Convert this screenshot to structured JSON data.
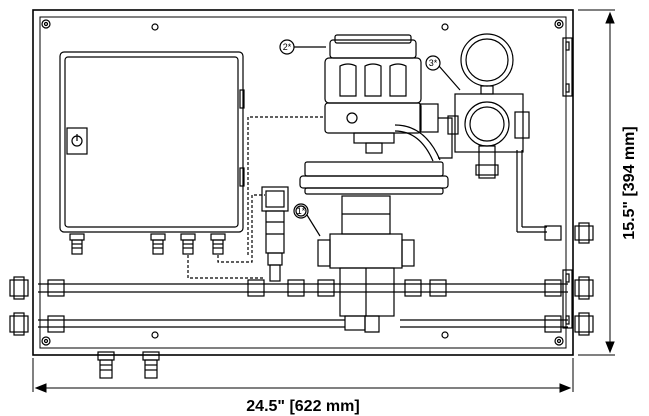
{
  "dimensions": {
    "width_label": "24.5\" [622 mm]",
    "height_label": "15.5\" [394 mm]"
  },
  "callouts": [
    {
      "id": "callout-1",
      "label": "1*"
    },
    {
      "id": "callout-2",
      "label": "2*"
    },
    {
      "id": "callout-3",
      "label": "3*"
    }
  ],
  "colors": {
    "line": "#000000",
    "background": "#ffffff",
    "frame_fill": "#ffffff"
  },
  "icons": {
    "power_switch": "power-switch-icon"
  }
}
